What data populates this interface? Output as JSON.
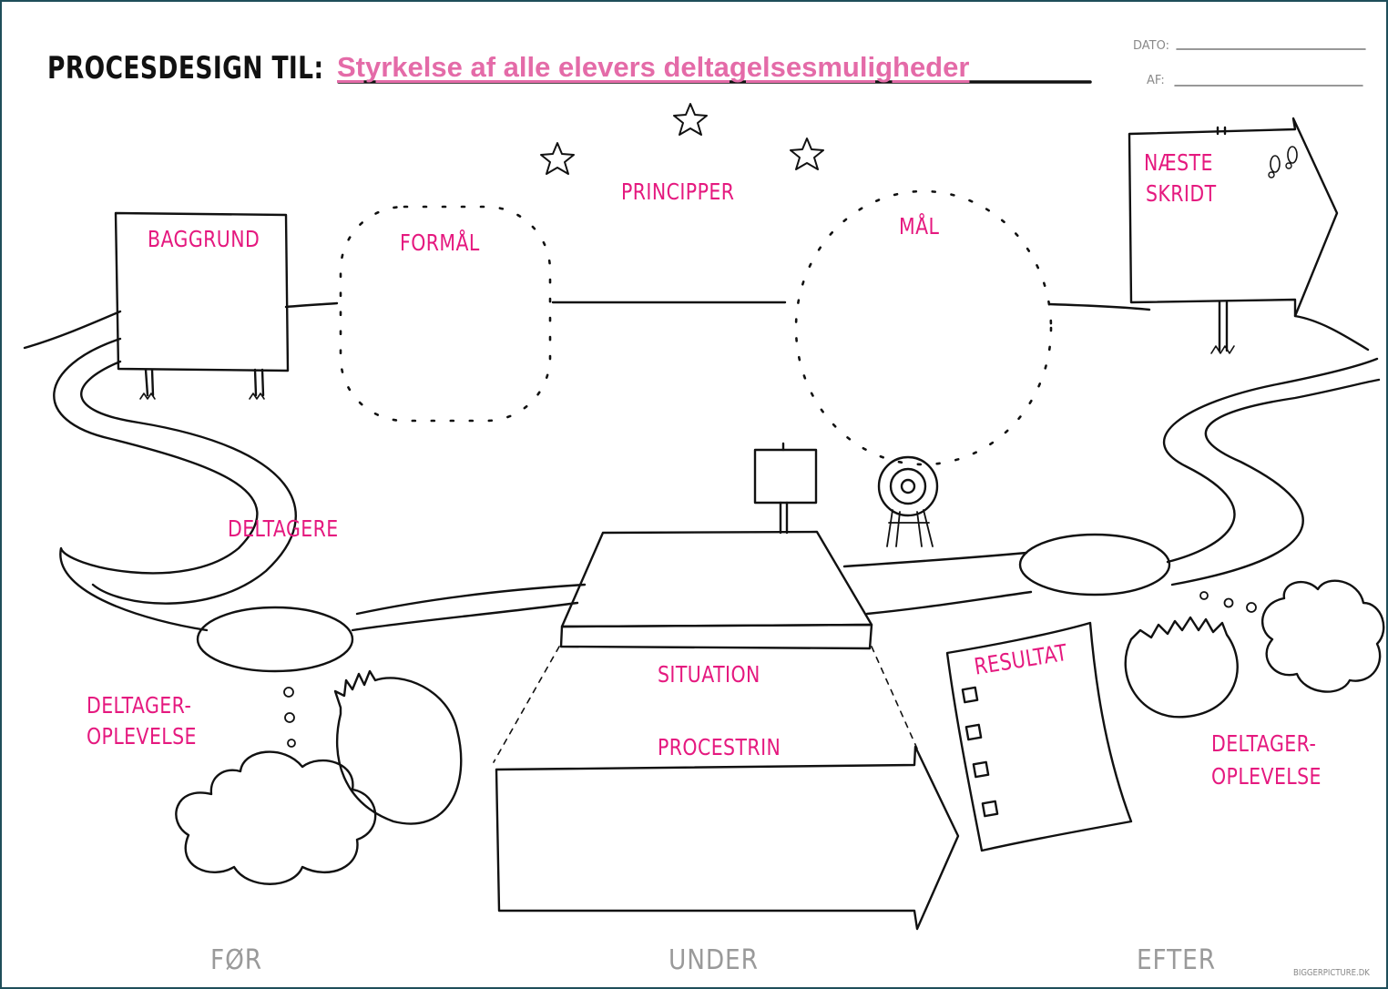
{
  "header": {
    "title": "PROCESDESIGN TIL:",
    "subject": "Styrkelse af alle elevers deltagelsesmuligheder",
    "date_label": "DATO:",
    "by_label": "AF:"
  },
  "labels": {
    "baggrund": "BAGGRUND",
    "formaal": "FORMÅL",
    "principper": "PRINCIPPER",
    "maal": "MÅL",
    "naeste": "NÆSTE",
    "skridt": "SKRIDT",
    "deltagere": "DELTAGERE",
    "deltager_left_1": "DELTAGER-",
    "deltager_left_2": "OPLEVELSE",
    "situation": "SITUATION",
    "procestrin": "PROCESTRIN",
    "resultat": "RESULTAT",
    "deltager_right_1": "DELTAGER-",
    "deltager_right_2": "OPLEVELSE"
  },
  "phases": {
    "foer": "FØR",
    "under": "UNDER",
    "efter": "EFTER"
  },
  "footer": {
    "credit": "BIGGERPICTURE.DK"
  },
  "colors": {
    "label_pink": "#e5197f",
    "subject_pink": "#e46ba8",
    "ink": "#111111",
    "phase_grey": "#9a9a9a",
    "frame": "#1f4e5a"
  }
}
